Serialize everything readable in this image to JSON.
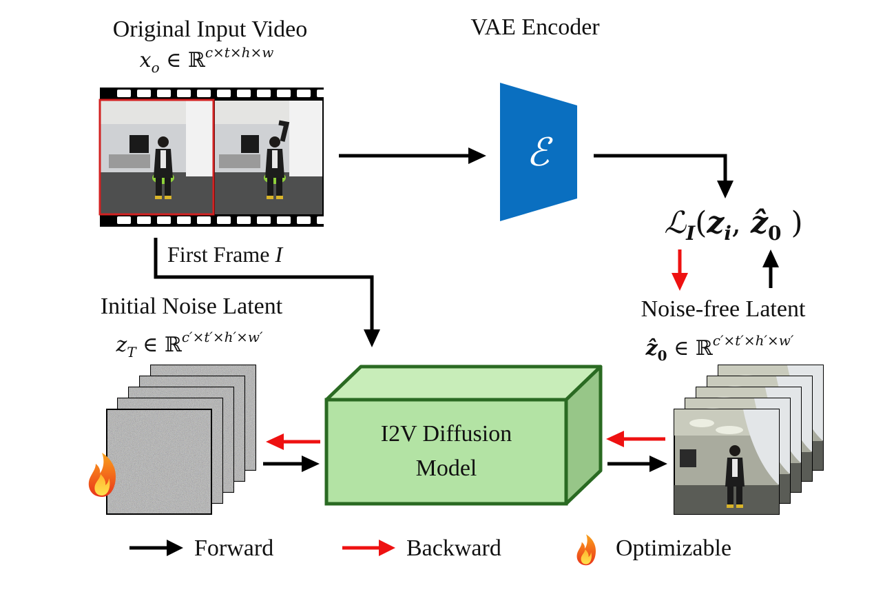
{
  "video": {
    "title": "Original Input Video",
    "formula": "x_o ∈ ℝ^{c×t×h×w}",
    "first_frame_label": "First Frame I"
  },
  "encoder": {
    "title": "VAE Encoder",
    "symbol": "ℰ",
    "color": "#0A6FC0"
  },
  "loss": {
    "formula": "ℒ_I(z_i, ẑ_0 )"
  },
  "noise_latent": {
    "title": "Initial Noise Latent",
    "formula": "z_T ∈ ℝ^{c′×t′×h′×w′}"
  },
  "model": {
    "line1": "I2V Diffusion",
    "line2": "Model",
    "color": "#B3E3A4",
    "border_color": "#2A6A22"
  },
  "noise_free": {
    "title": "Noise-free Latent",
    "formula": "ẑ_0 ∈ ℝ^{c′×t′×h′×w′}"
  },
  "legend": {
    "forward": "Forward",
    "backward": "Backward",
    "optimizable": "Optimizable"
  },
  "colors": {
    "forward_arrow": "#000000",
    "backward_arrow": "#EE1111",
    "frame_highlight": "#D22222"
  },
  "icons": {
    "flame": "fire-icon"
  }
}
